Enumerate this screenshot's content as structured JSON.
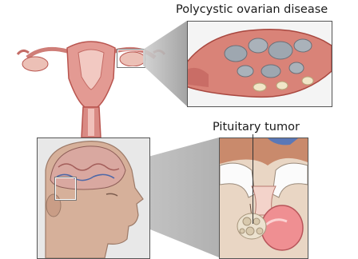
{
  "labels": {
    "pcos": "Polycystic ovarian disease",
    "pituitary": "Pituitary tumor"
  },
  "colors": {
    "tissue_pink": "#e39a93",
    "tissue_dark": "#b9554f",
    "cyst_gray": "#9ea7b0",
    "tumor_pink": "#ef8f92",
    "skin": "#d6b09a",
    "brain": "#d9a8a0"
  },
  "icons": {
    "uterus": "uterus-illustration",
    "ovary": "ovary-illustration",
    "head": "head-profile-illustration",
    "pituitary": "pituitary-tumor-illustration"
  }
}
